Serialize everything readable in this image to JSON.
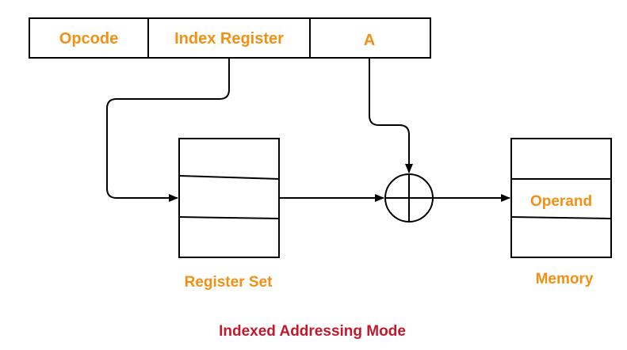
{
  "instruction": {
    "fields": [
      "Opcode",
      "Index Register",
      "A"
    ]
  },
  "register_set": {
    "label": "Register Set"
  },
  "memory": {
    "label": "Memory",
    "operand_label": "Operand"
  },
  "caption": "Indexed Addressing Mode",
  "colors": {
    "label": "#f39014",
    "caption": "#c0192c",
    "stroke": "#000000"
  }
}
